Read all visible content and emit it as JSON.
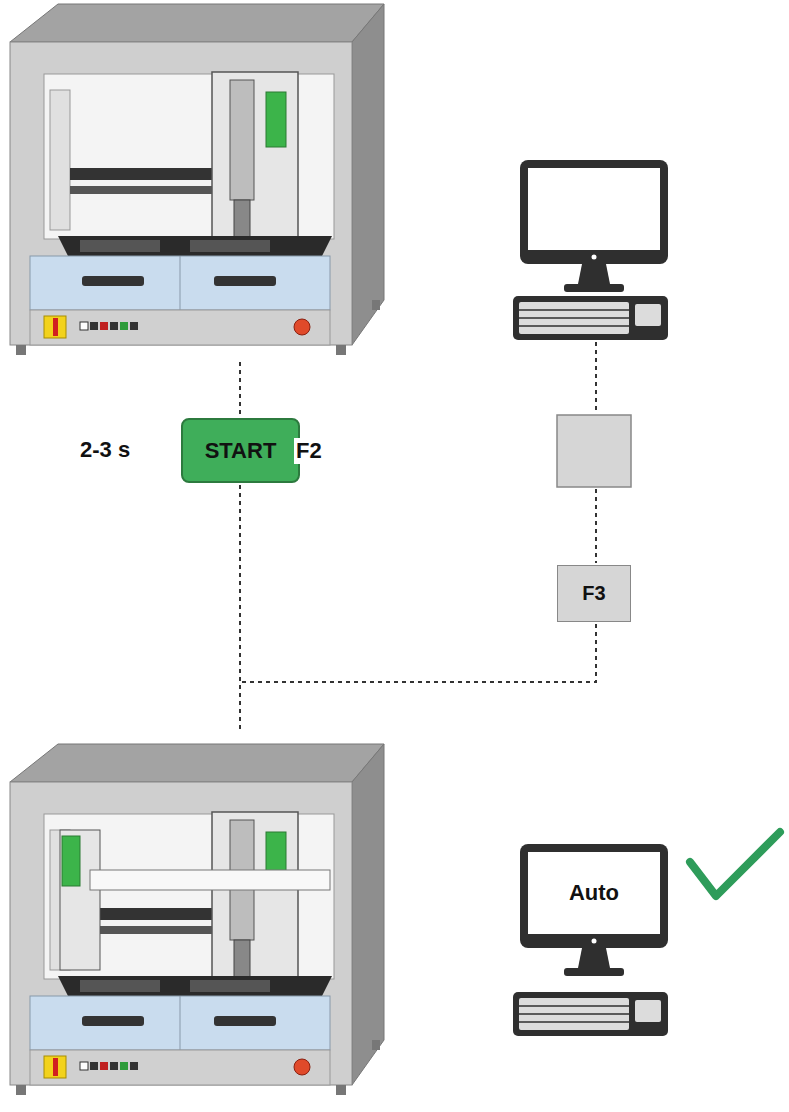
{
  "diagram": {
    "nodes": [
      {
        "text": [
          "START",
          "F2"
        ]
      },
      {
        "text": [
          "F3"
        ]
      },
      {
        "text": [
          "Auto"
        ]
      }
    ],
    "labels": [
      "2-3 s"
    ]
  }
}
